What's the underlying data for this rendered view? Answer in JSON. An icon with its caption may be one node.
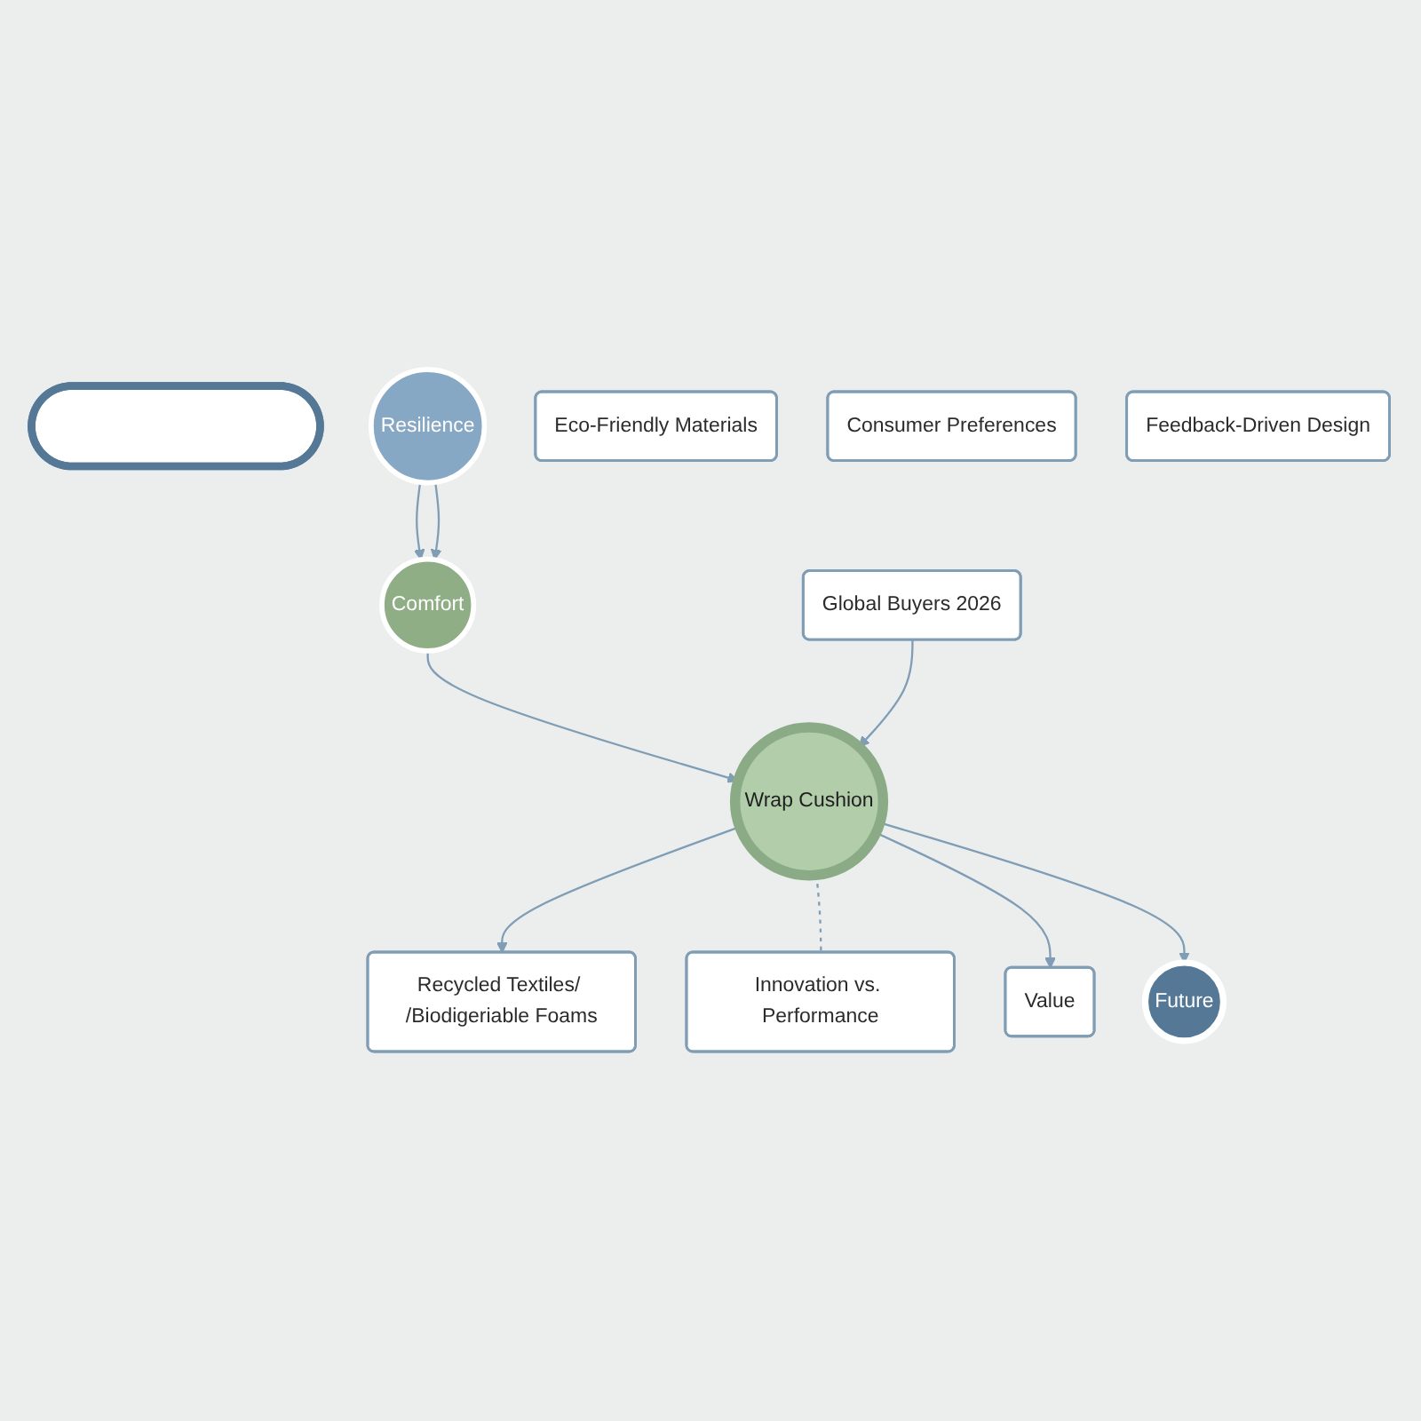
{
  "diagram": {
    "nodes": [
      {
        "text": [],
        "shape": "box"
      },
      {
        "text": [
          "Comfort"
        ]
      },
      {
        "text": [
          "Resilience"
        ]
      },
      {
        "text": [
          "Wrap Cushion"
        ]
      },
      {
        "text": [
          "Global Buyers 2026"
        ]
      },
      {
        "text": [
          "Eco-Friendly Materials"
        ]
      },
      {
        "text": [
          "Recycled Textiles/ /Biodigeriable Foams"
        ]
      },
      {
        "text": [
          "Innovation vs. Performance"
        ]
      },
      {
        "text": [
          "Consumer Preferences"
        ]
      },
      {
        "text": [
          "Value"
        ]
      },
      {
        "text": [
          "Feedback-Driven Design"
        ]
      },
      {
        "text": [
          "Future"
        ]
      }
    ],
    "edges": [
      {
        "from": 2,
        "to": 1,
        "arrow": "to"
      },
      {
        "from": 2,
        "to": 1,
        "arrow": "to"
      },
      {
        "from": 1,
        "to": 3,
        "arrow": "to"
      },
      {
        "from": 4,
        "to": 3,
        "arrow": "to"
      },
      {
        "from": 3,
        "to": 6,
        "arrow": "to"
      },
      {
        "from": 3,
        "to": 7,
        "arrow": "none",
        "style": "dashed"
      },
      {
        "from": 3,
        "to": 9,
        "arrow": "to"
      },
      {
        "from": 3,
        "to": 11,
        "arrow": "to"
      }
    ]
  }
}
